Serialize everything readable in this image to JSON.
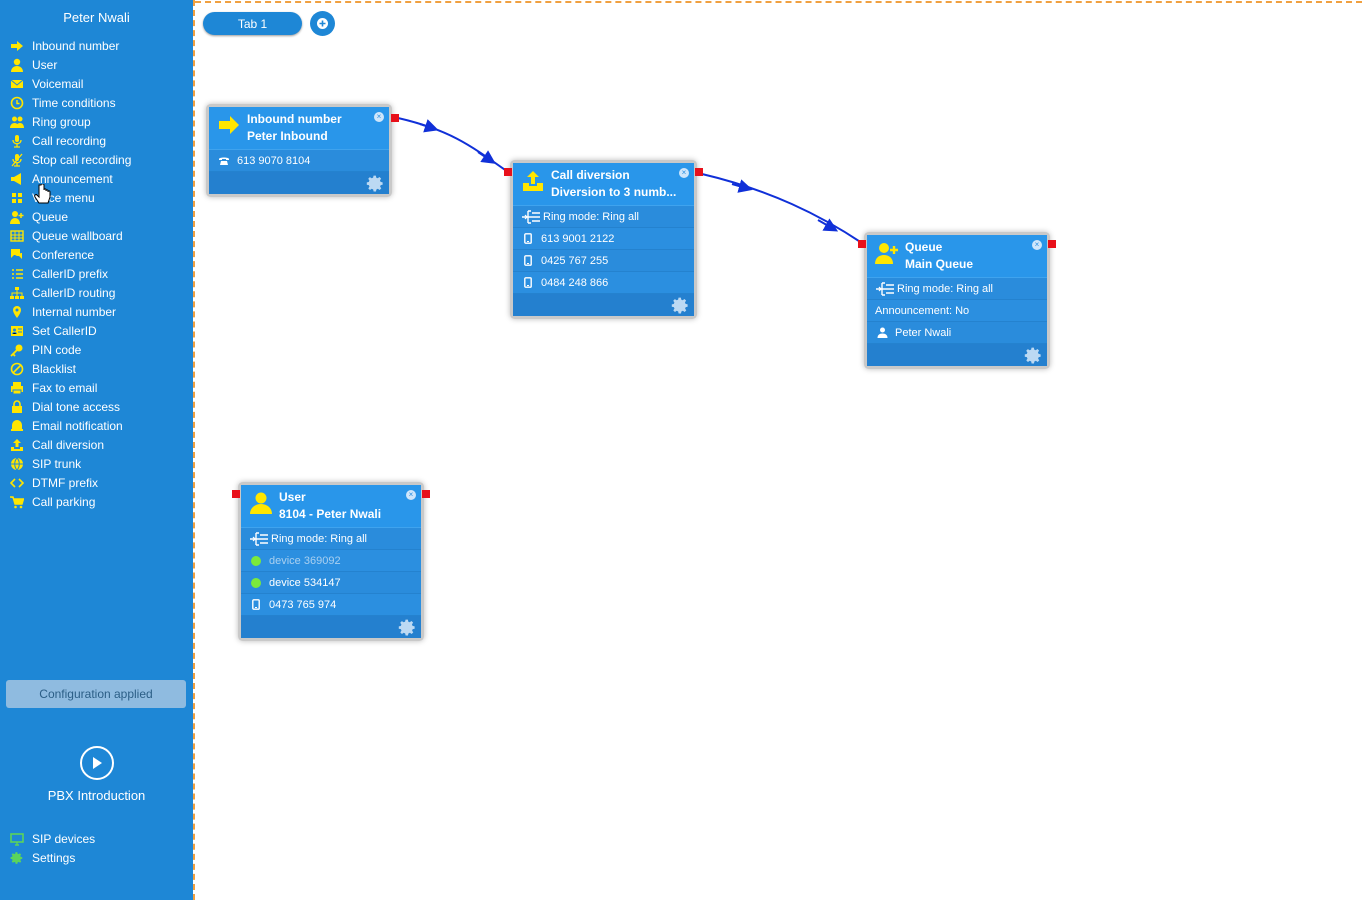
{
  "sidebar": {
    "user_name": "Peter Nwali",
    "items": [
      {
        "label": "Inbound number",
        "icon": "arrow-right-icon"
      },
      {
        "label": "User",
        "icon": "user-icon"
      },
      {
        "label": "Voicemail",
        "icon": "envelope-icon"
      },
      {
        "label": "Time conditions",
        "icon": "clock-icon"
      },
      {
        "label": "Ring group",
        "icon": "group-icon"
      },
      {
        "label": "Call recording",
        "icon": "microphone-icon"
      },
      {
        "label": "Stop call recording",
        "icon": "microphone-off-icon"
      },
      {
        "label": "Announcement",
        "icon": "megaphone-icon"
      },
      {
        "label": "Voice menu",
        "icon": "grid-icon"
      },
      {
        "label": "Queue",
        "icon": "user-plus-icon"
      },
      {
        "label": "Queue wallboard",
        "icon": "table-icon"
      },
      {
        "label": "Conference",
        "icon": "chat-icon"
      },
      {
        "label": "CallerID prefix",
        "icon": "list-icon"
      },
      {
        "label": "CallerID routing",
        "icon": "sitemap-icon"
      },
      {
        "label": "Internal number",
        "icon": "map-pin-icon"
      },
      {
        "label": "Set CallerID",
        "icon": "id-card-icon"
      },
      {
        "label": "PIN code",
        "icon": "key-icon"
      },
      {
        "label": "Blacklist",
        "icon": "ban-icon"
      },
      {
        "label": "Fax to email",
        "icon": "printer-icon"
      },
      {
        "label": "Dial tone access",
        "icon": "lock-icon"
      },
      {
        "label": "Email notification",
        "icon": "email-notify-icon"
      },
      {
        "label": "Call diversion",
        "icon": "upload-icon"
      },
      {
        "label": "SIP trunk",
        "icon": "globe-icon"
      },
      {
        "label": "DTMF prefix",
        "icon": "code-icon"
      },
      {
        "label": "Call parking",
        "icon": "cart-icon"
      }
    ],
    "config_status": "Configuration applied",
    "intro_label": "PBX Introduction",
    "bottom_items": [
      {
        "label": "SIP devices",
        "icon": "monitor-icon"
      },
      {
        "label": "Settings",
        "icon": "gear-icon"
      }
    ]
  },
  "tabs": [
    {
      "label": "Tab 1"
    }
  ],
  "nodes": {
    "inbound": {
      "type": "Inbound number",
      "name": "Peter Inbound",
      "rows": [
        {
          "icon": "phone-icon",
          "text": "613 9070 8104"
        }
      ]
    },
    "diversion": {
      "type": "Call diversion",
      "name": "Diversion to 3 numb...",
      "rows": [
        {
          "icon": "ring-mode-icon",
          "text": "Ring mode: Ring all"
        },
        {
          "icon": "mobile-icon",
          "text": "613 9001 2122"
        },
        {
          "icon": "mobile-icon",
          "text": "0425 767 255"
        },
        {
          "icon": "mobile-icon",
          "text": "0484 248 866"
        }
      ]
    },
    "queue": {
      "type": "Queue",
      "name": "Main Queue",
      "rows": [
        {
          "icon": "ring-mode-icon",
          "text": "Ring mode: Ring all"
        },
        {
          "icon": "",
          "text": "Announcement: No"
        },
        {
          "icon": "person-icon",
          "text": "Peter Nwali"
        }
      ]
    },
    "user": {
      "type": "User",
      "name": "8104 - Peter Nwali",
      "rows": [
        {
          "icon": "ring-mode-icon",
          "text": "Ring mode: Ring all"
        },
        {
          "icon": "status-dot-icon",
          "text": "device 369092",
          "dim": true
        },
        {
          "icon": "status-dot-icon",
          "text": "device 534147"
        },
        {
          "icon": "mobile-icon",
          "text": "0473 765 974"
        }
      ]
    }
  },
  "colors": {
    "sidebar_bg": "#1e87d6",
    "node_bg": "#2b8fe0",
    "accent_yellow": "#ffe600",
    "port_red": "#e8101a",
    "link_blue": "#1030d8",
    "divider_orange": "#f0a040",
    "online_green": "#7bea3c"
  }
}
